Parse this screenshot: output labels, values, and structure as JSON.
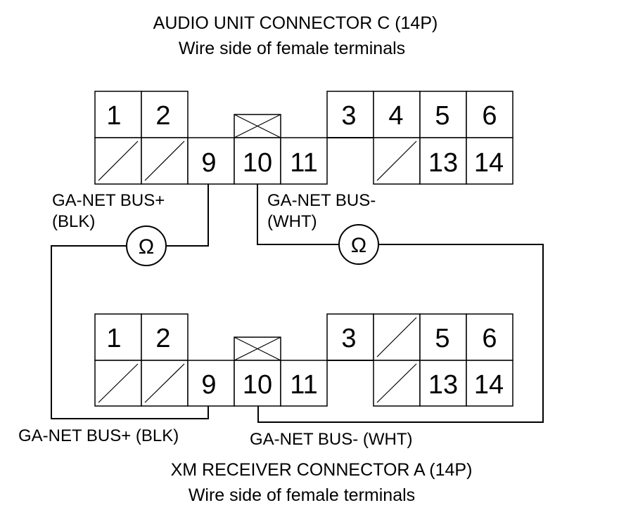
{
  "top_connector": {
    "title": "AUDIO UNIT CONNECTOR C (14P)",
    "subtitle": "Wire side of female terminals",
    "pins": {
      "p1": "1",
      "p2": "2",
      "p3": "3",
      "p4": "4",
      "p5": "5",
      "p6": "6",
      "p9": "9",
      "p10": "10",
      "p11": "11",
      "p13": "13",
      "p14": "14"
    },
    "wire_plus_line1": "GA-NET BUS+",
    "wire_plus_line2": "(BLK)",
    "wire_minus_line1": "GA-NET BUS-",
    "wire_minus_line2": "(WHT)"
  },
  "bottom_connector": {
    "title": "XM RECEIVER CONNECTOR A (14P)",
    "subtitle": "Wire side of female terminals",
    "pins": {
      "p1": "1",
      "p2": "2",
      "p3": "3",
      "p5": "5",
      "p6": "6",
      "p9": "9",
      "p10": "10",
      "p11": "11",
      "p13": "13",
      "p14": "14"
    },
    "wire_plus": "GA-NET BUS+ (BLK)",
    "wire_minus": "GA-NET BUS- (WHT)"
  },
  "meter_symbol": "Ω",
  "icons": [
    "ohmmeter-icon",
    "lock-tab-icon",
    "empty-cavity-icon"
  ]
}
